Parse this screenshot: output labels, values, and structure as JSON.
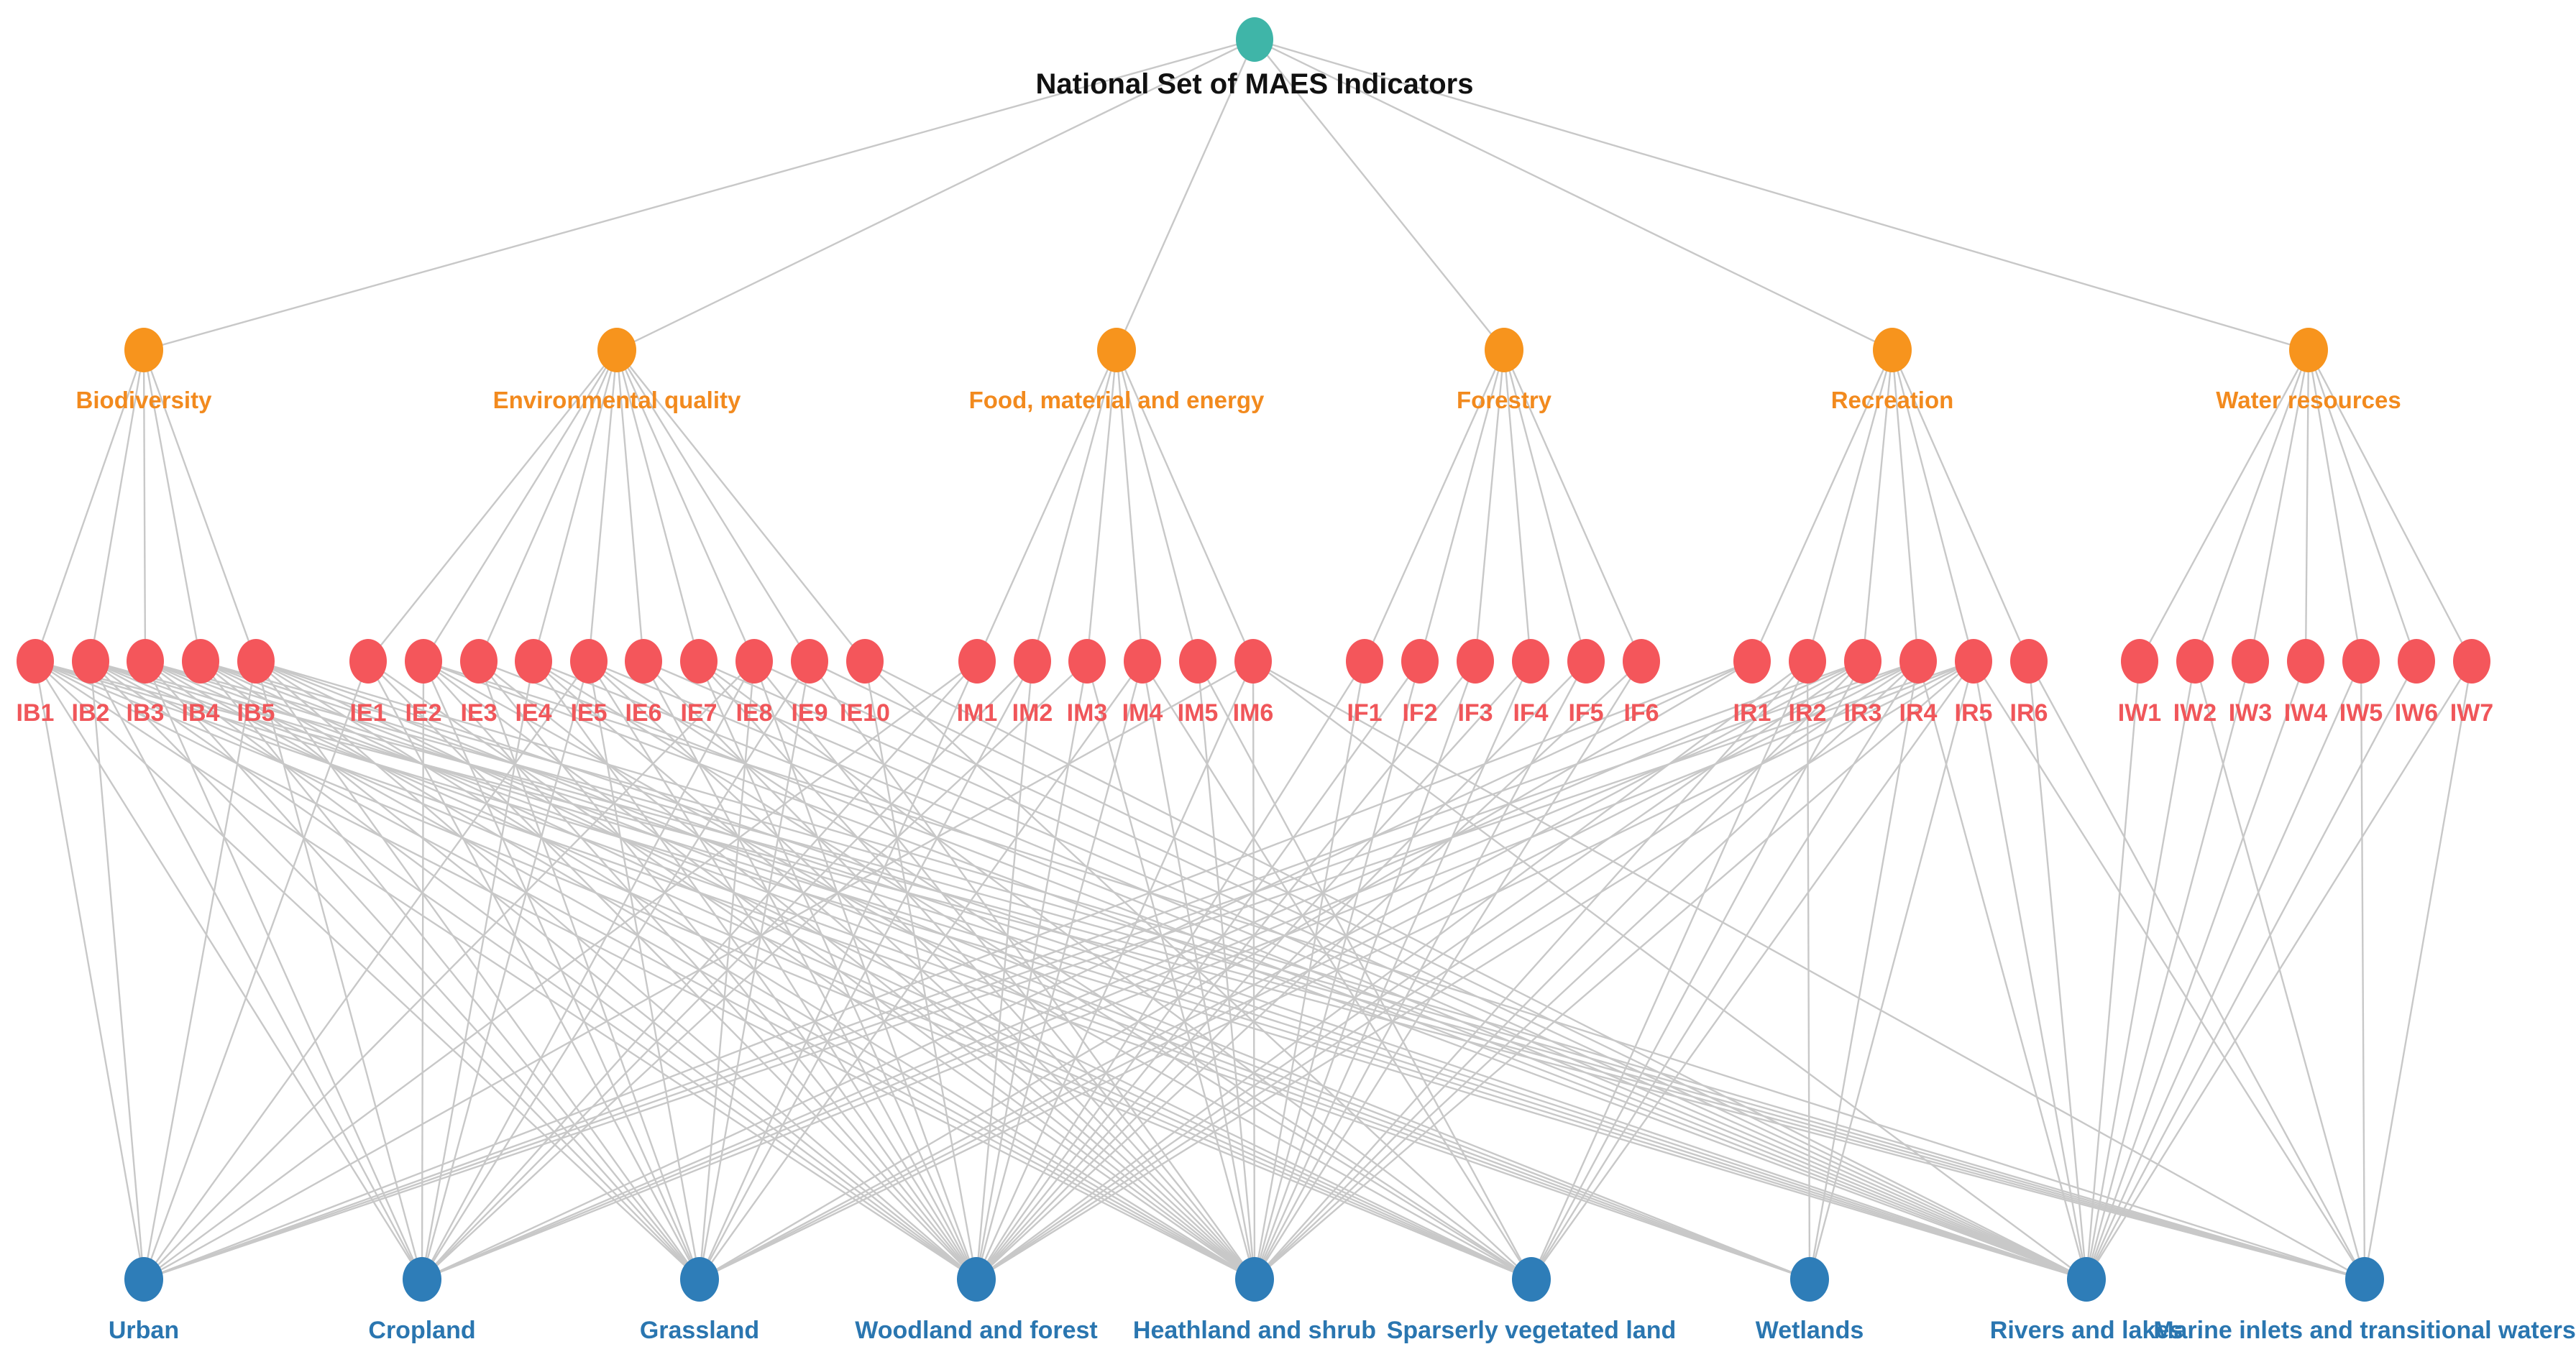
{
  "colors": {
    "root": "#3fb5a8",
    "category": "#f7941d",
    "indicator": "#f4565b",
    "ecosystem": "#2e7db8",
    "edge": "#c8c8c8"
  },
  "root": {
    "id": "root",
    "label": "National Set of MAES Indicators"
  },
  "categories": [
    {
      "id": "B",
      "label": "Biodiversity"
    },
    {
      "id": "E",
      "label": "Environmental quality"
    },
    {
      "id": "M",
      "label": "Food, material and energy"
    },
    {
      "id": "F",
      "label": "Forestry"
    },
    {
      "id": "R",
      "label": "Recreation"
    },
    {
      "id": "W",
      "label": "Water resources"
    }
  ],
  "indicators": [
    {
      "id": "IB1",
      "label": "IB1",
      "category": "B"
    },
    {
      "id": "IB2",
      "label": "IB2",
      "category": "B"
    },
    {
      "id": "IB3",
      "label": "IB3",
      "category": "B"
    },
    {
      "id": "IB4",
      "label": "IB4",
      "category": "B"
    },
    {
      "id": "IB5",
      "label": "IB5",
      "category": "B"
    },
    {
      "id": "IE1",
      "label": "IE1",
      "category": "E"
    },
    {
      "id": "IE2",
      "label": "IE2",
      "category": "E"
    },
    {
      "id": "IE3",
      "label": "IE3",
      "category": "E"
    },
    {
      "id": "IE4",
      "label": "IE4",
      "category": "E"
    },
    {
      "id": "IE5",
      "label": "IE5",
      "category": "E"
    },
    {
      "id": "IE6",
      "label": "IE6",
      "category": "E"
    },
    {
      "id": "IE7",
      "label": "IE7",
      "category": "E"
    },
    {
      "id": "IE8",
      "label": "IE8",
      "category": "E"
    },
    {
      "id": "IE9",
      "label": "IE9",
      "category": "E"
    },
    {
      "id": "IE10",
      "label": "IE10",
      "category": "E"
    },
    {
      "id": "IM1",
      "label": "IM1",
      "category": "M"
    },
    {
      "id": "IM2",
      "label": "IM2",
      "category": "M"
    },
    {
      "id": "IM3",
      "label": "IM3",
      "category": "M"
    },
    {
      "id": "IM4",
      "label": "IM4",
      "category": "M"
    },
    {
      "id": "IM5",
      "label": "IM5",
      "category": "M"
    },
    {
      "id": "IM6",
      "label": "IM6",
      "category": "M"
    },
    {
      "id": "IF1",
      "label": "IF1",
      "category": "F"
    },
    {
      "id": "IF2",
      "label": "IF2",
      "category": "F"
    },
    {
      "id": "IF3",
      "label": "IF3",
      "category": "F"
    },
    {
      "id": "IF4",
      "label": "IF4",
      "category": "F"
    },
    {
      "id": "IF5",
      "label": "IF5",
      "category": "F"
    },
    {
      "id": "IF6",
      "label": "IF6",
      "category": "F"
    },
    {
      "id": "IR1",
      "label": "IR1",
      "category": "R"
    },
    {
      "id": "IR2",
      "label": "IR2",
      "category": "R"
    },
    {
      "id": "IR3",
      "label": "IR3",
      "category": "R"
    },
    {
      "id": "IR4",
      "label": "IR4",
      "category": "R"
    },
    {
      "id": "IR5",
      "label": "IR5",
      "category": "R"
    },
    {
      "id": "IR6",
      "label": "IR6",
      "category": "R"
    },
    {
      "id": "IW1",
      "label": "IW1",
      "category": "W"
    },
    {
      "id": "IW2",
      "label": "IW2",
      "category": "W"
    },
    {
      "id": "IW3",
      "label": "IW3",
      "category": "W"
    },
    {
      "id": "IW4",
      "label": "IW4",
      "category": "W"
    },
    {
      "id": "IW5",
      "label": "IW5",
      "category": "W"
    },
    {
      "id": "IW6",
      "label": "IW6",
      "category": "W"
    },
    {
      "id": "IW7",
      "label": "IW7",
      "category": "W"
    }
  ],
  "ecosystems": [
    {
      "id": "U",
      "label": "Urban"
    },
    {
      "id": "C",
      "label": "Cropland"
    },
    {
      "id": "G",
      "label": "Grassland"
    },
    {
      "id": "WF",
      "label": "Woodland and forest"
    },
    {
      "id": "HS",
      "label": "Heathland and shrub"
    },
    {
      "id": "SV",
      "label": "Sparserly vegetated land"
    },
    {
      "id": "WL",
      "label": "Wetlands"
    },
    {
      "id": "RL",
      "label": "Rivers and lakes"
    },
    {
      "id": "MI",
      "label": "Marine inlets and transitional waters"
    }
  ],
  "indicator_ecosystem_links": [
    [
      "IB1",
      "U"
    ],
    [
      "IB1",
      "C"
    ],
    [
      "IB1",
      "G"
    ],
    [
      "IB1",
      "WF"
    ],
    [
      "IB1",
      "HS"
    ],
    [
      "IB1",
      "SV"
    ],
    [
      "IB1",
      "WL"
    ],
    [
      "IB1",
      "RL"
    ],
    [
      "IB1",
      "MI"
    ],
    [
      "IB2",
      "U"
    ],
    [
      "IB2",
      "C"
    ],
    [
      "IB2",
      "G"
    ],
    [
      "IB2",
      "WF"
    ],
    [
      "IB2",
      "HS"
    ],
    [
      "IB2",
      "SV"
    ],
    [
      "IB2",
      "WL"
    ],
    [
      "IB2",
      "RL"
    ],
    [
      "IB2",
      "MI"
    ],
    [
      "IB3",
      "C"
    ],
    [
      "IB3",
      "G"
    ],
    [
      "IB3",
      "WF"
    ],
    [
      "IB3",
      "HS"
    ],
    [
      "IB3",
      "SV"
    ],
    [
      "IB3",
      "WL"
    ],
    [
      "IB3",
      "RL"
    ],
    [
      "IB3",
      "MI"
    ],
    [
      "IB4",
      "G"
    ],
    [
      "IB4",
      "WF"
    ],
    [
      "IB4",
      "HS"
    ],
    [
      "IB4",
      "SV"
    ],
    [
      "IB4",
      "WL"
    ],
    [
      "IB4",
      "RL"
    ],
    [
      "IB4",
      "MI"
    ],
    [
      "IB5",
      "U"
    ],
    [
      "IB5",
      "C"
    ],
    [
      "IB5",
      "G"
    ],
    [
      "IB5",
      "WF"
    ],
    [
      "IB5",
      "HS"
    ],
    [
      "IB5",
      "SV"
    ],
    [
      "IB5",
      "WL"
    ],
    [
      "IB5",
      "RL"
    ],
    [
      "IB5",
      "MI"
    ],
    [
      "IE1",
      "U"
    ],
    [
      "IE1",
      "G"
    ],
    [
      "IE1",
      "WF"
    ],
    [
      "IE1",
      "HS"
    ],
    [
      "IE2",
      "C"
    ],
    [
      "IE2",
      "G"
    ],
    [
      "IE2",
      "WF"
    ],
    [
      "IE2",
      "HS"
    ],
    [
      "IE2",
      "SV"
    ],
    [
      "IE2",
      "RL"
    ],
    [
      "IE2",
      "MI"
    ],
    [
      "IE3",
      "G"
    ],
    [
      "IE3",
      "WF"
    ],
    [
      "IE3",
      "HS"
    ],
    [
      "IE3",
      "RL"
    ],
    [
      "IE4",
      "C"
    ],
    [
      "IE4",
      "WF"
    ],
    [
      "IE4",
      "HS"
    ],
    [
      "IE4",
      "SV"
    ],
    [
      "IE4",
      "RL"
    ],
    [
      "IE5",
      "U"
    ],
    [
      "IE5",
      "C"
    ],
    [
      "IE5",
      "G"
    ],
    [
      "IE5",
      "WF"
    ],
    [
      "IE5",
      "HS"
    ],
    [
      "IE5",
      "SV"
    ],
    [
      "IE5",
      "RL"
    ],
    [
      "IE6",
      "WF"
    ],
    [
      "IE6",
      "HS"
    ],
    [
      "IE6",
      "RL"
    ],
    [
      "IE7",
      "WF"
    ],
    [
      "IE7",
      "HS"
    ],
    [
      "IE7",
      "SV"
    ],
    [
      "IE7",
      "RL"
    ],
    [
      "IE8",
      "U"
    ],
    [
      "IE8",
      "C"
    ],
    [
      "IE8",
      "G"
    ],
    [
      "IE8",
      "WF"
    ],
    [
      "IE8",
      "HS"
    ],
    [
      "IE8",
      "RL"
    ],
    [
      "IE9",
      "C"
    ],
    [
      "IE9",
      "G"
    ],
    [
      "IE9",
      "HS"
    ],
    [
      "IE9",
      "RL"
    ],
    [
      "IE10",
      "WF"
    ],
    [
      "IE10",
      "SV"
    ],
    [
      "IE10",
      "RL"
    ],
    [
      "IM1",
      "U"
    ],
    [
      "IM1",
      "C"
    ],
    [
      "IM1",
      "G"
    ],
    [
      "IM2",
      "C"
    ],
    [
      "IM2",
      "G"
    ],
    [
      "IM2",
      "WF"
    ],
    [
      "IM3",
      "C"
    ],
    [
      "IM3",
      "WF"
    ],
    [
      "IM3",
      "HS"
    ],
    [
      "IM4",
      "G"
    ],
    [
      "IM4",
      "WF"
    ],
    [
      "IM4",
      "HS"
    ],
    [
      "IM4",
      "SV"
    ],
    [
      "IM5",
      "HS"
    ],
    [
      "IM5",
      "SV"
    ],
    [
      "IM6",
      "U"
    ],
    [
      "IM6",
      "WF"
    ],
    [
      "IM6",
      "HS"
    ],
    [
      "IM6",
      "RL"
    ],
    [
      "IM6",
      "MI"
    ],
    [
      "IF1",
      "WF"
    ],
    [
      "IF1",
      "HS"
    ],
    [
      "IF2",
      "WF"
    ],
    [
      "IF2",
      "HS"
    ],
    [
      "IF3",
      "WF"
    ],
    [
      "IF3",
      "HS"
    ],
    [
      "IF4",
      "WF"
    ],
    [
      "IF4",
      "HS"
    ],
    [
      "IF5",
      "WF"
    ],
    [
      "IF5",
      "HS"
    ],
    [
      "IF6",
      "WF"
    ],
    [
      "IF6",
      "HS"
    ],
    [
      "IR1",
      "U"
    ],
    [
      "IR1",
      "C"
    ],
    [
      "IR1",
      "G"
    ],
    [
      "IR2",
      "WF"
    ],
    [
      "IR2",
      "HS"
    ],
    [
      "IR2",
      "SV"
    ],
    [
      "IR2",
      "WL"
    ],
    [
      "IR3",
      "U"
    ],
    [
      "IR3",
      "C"
    ],
    [
      "IR3",
      "G"
    ],
    [
      "IR3",
      "WF"
    ],
    [
      "IR3",
      "HS"
    ],
    [
      "IR3",
      "SV"
    ],
    [
      "IR4",
      "U"
    ],
    [
      "IR4",
      "C"
    ],
    [
      "IR4",
      "G"
    ],
    [
      "IR4",
      "WF"
    ],
    [
      "IR4",
      "HS"
    ],
    [
      "IR4",
      "SV"
    ],
    [
      "IR4",
      "WL"
    ],
    [
      "IR4",
      "RL"
    ],
    [
      "IR5",
      "U"
    ],
    [
      "IR5",
      "C"
    ],
    [
      "IR5",
      "G"
    ],
    [
      "IR5",
      "WF"
    ],
    [
      "IR5",
      "HS"
    ],
    [
      "IR5",
      "SV"
    ],
    [
      "IR5",
      "WL"
    ],
    [
      "IR5",
      "RL"
    ],
    [
      "IR5",
      "MI"
    ],
    [
      "IR6",
      "RL"
    ],
    [
      "IR6",
      "MI"
    ],
    [
      "IW1",
      "RL"
    ],
    [
      "IW2",
      "RL"
    ],
    [
      "IW2",
      "MI"
    ],
    [
      "IW3",
      "RL"
    ],
    [
      "IW4",
      "RL"
    ],
    [
      "IW5",
      "RL"
    ],
    [
      "IW5",
      "MI"
    ],
    [
      "IW6",
      "RL"
    ],
    [
      "IW7",
      "RL"
    ],
    [
      "IW7",
      "MI"
    ]
  ]
}
